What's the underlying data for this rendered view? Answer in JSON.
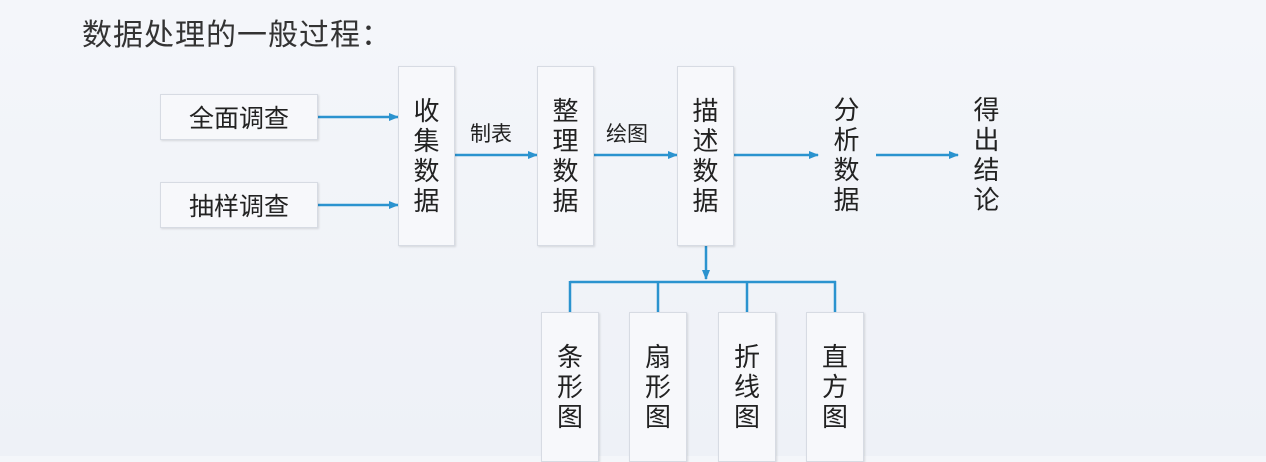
{
  "title": "数据处理的一般过程：",
  "nodes": {
    "full_survey": "全面调查",
    "sample_survey": "抽样调查",
    "collect": "收集数据",
    "organize": "整理数据",
    "describe": "描述数据",
    "analyze": "分析数据",
    "conclude": "得出结论",
    "bar_chart": "条形图",
    "pie_chart": "扇形图",
    "line_chart": "折线图",
    "histogram": "直方图"
  },
  "edges": {
    "tabulate": "制表",
    "draw": "绘图"
  },
  "colors": {
    "arrow": "#2b93cf"
  }
}
